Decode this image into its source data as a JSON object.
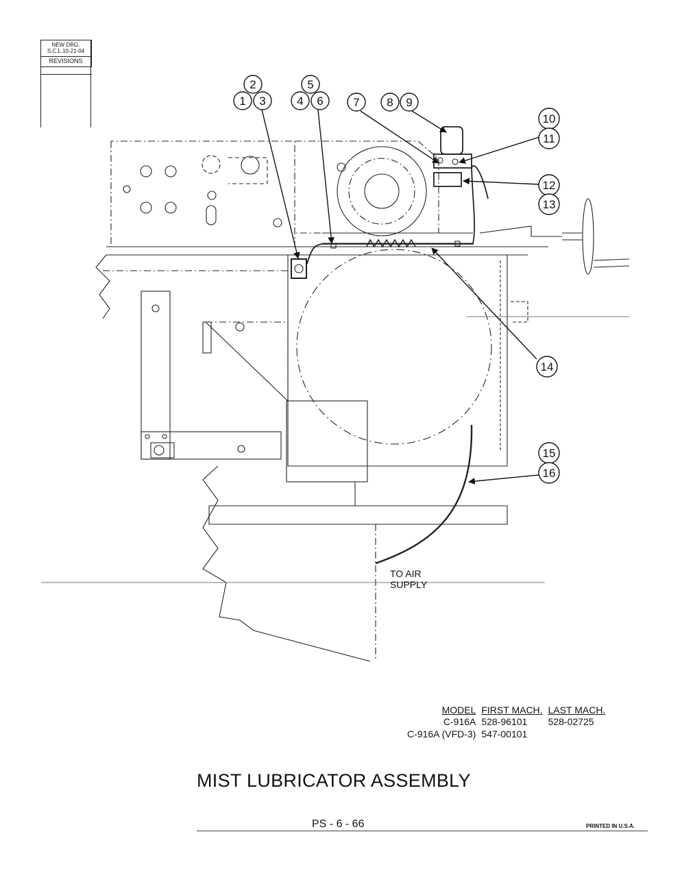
{
  "revisions": {
    "new_drg_line1": "NEW DRG.",
    "new_drg_line2": "S.C.L.10-21-04",
    "label": "REVISIONS"
  },
  "callouts": [
    "1",
    "2",
    "3",
    "4",
    "5",
    "6",
    "7",
    "8",
    "9",
    "10",
    "11",
    "12",
    "13",
    "14",
    "15",
    "16"
  ],
  "air_supply_label_line1": "TO AIR",
  "air_supply_label_line2": "SUPPLY",
  "model_table": {
    "headers": [
      "MODEL",
      "FIRST MACH.",
      "LAST MACH."
    ],
    "rows": [
      [
        "C-916A",
        "528-96101",
        "528-02725"
      ],
      [
        "C-916A (VFD-3)",
        "547-00101",
        ""
      ]
    ]
  },
  "title": "MIST LUBRICATOR ASSEMBLY",
  "page_number": "PS - 6 - 66",
  "printed_note": "PRINTED IN U.S.A."
}
